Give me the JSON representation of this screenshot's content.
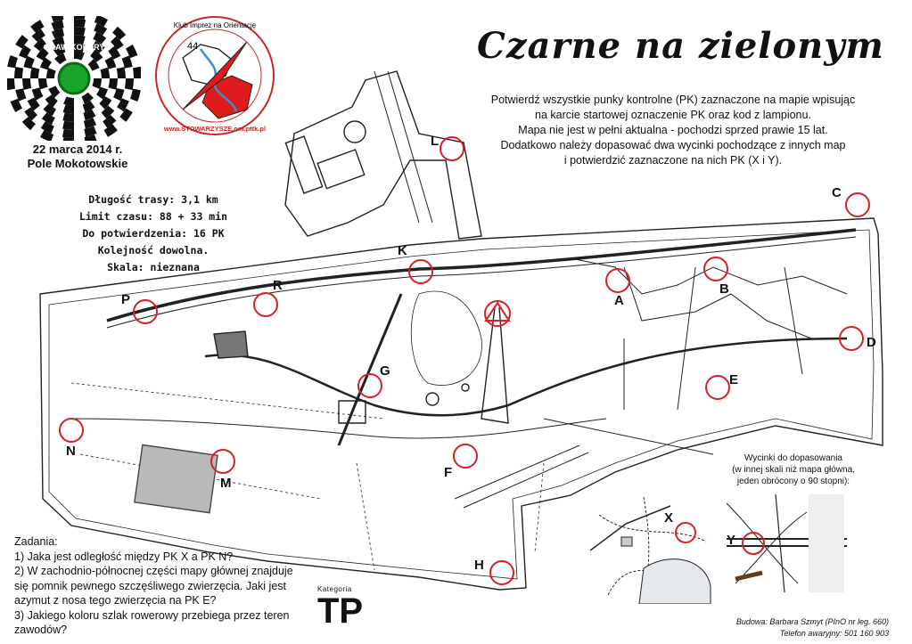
{
  "title": "Czarne na zielonym",
  "logo_graw": {
    "text": "GRAW KOLORY"
  },
  "logo_club": {
    "text_top": "Klub Imprez na Orientację",
    "text_bottom": "www.STOWARZYSZE.om.pttk.pl",
    "number": "44"
  },
  "event": {
    "date": "22 marca 2014 r.",
    "place": "Pole Mokotowskie"
  },
  "stats": {
    "length": "Długość trasy: 3,1 km",
    "time_limit": "Limit czasu: 88 + 33 min",
    "to_confirm": "Do potwierdzenia: 16 PK",
    "order": "Kolejność dowolna.",
    "scale": "Skala: nieznana"
  },
  "instructions": [
    "Potwierdź wszystkie punky kontrolne (PK) zaznaczone na mapie wpisując",
    "na karcie startowej oznaczenie PK oraz kod z lampionu.",
    "Mapa nie jest w pełni aktualna - pochodzi sprzed prawie 15 lat.",
    "Dodatkowo należy dopasować dwa wycinki pochodzące z innych map",
    "i potwierdzić zaznaczone na nich PK (X i Y)."
  ],
  "tasks": {
    "heading": "Zadania:",
    "items": [
      "1) Jaka jest odległość między PK X a PK N?",
      "2) W zachodnio-północnej części mapy głównej znajduje",
      "się pomnik pewnego szczęśliwego zwierzęcia. Jaki jest",
      "azymut z nosa tego zwierzęcia na PK E?",
      "3) Jakiego koloru szlak rowerowy przebiega przez teren",
      "zawodów?"
    ]
  },
  "category": {
    "label": "Kategoria",
    "value": "TP"
  },
  "crop_caption": [
    "Wycinki do dopasowania",
    "(w innej skali niż mapa główna,",
    "jeden obrócony o 90 stopni):"
  ],
  "credits": [
    "Budowa: Barbara Szmyt (PInO nr leg. 660)",
    "Telefon awaryjny: 501 160 903"
  ],
  "control_points": [
    "L",
    "C",
    "K",
    "R",
    "P",
    "A",
    "B",
    "D",
    "E",
    "G",
    "N",
    "M",
    "F",
    "H",
    "X",
    "Y"
  ],
  "colors": {
    "control": "#d61f26",
    "map_line": "#222222",
    "logo_green": "#1aa32a",
    "logo_red": "#e01b1b",
    "logo_blue": "#3a8fd0",
    "building_fill": "#b9b9b9"
  }
}
